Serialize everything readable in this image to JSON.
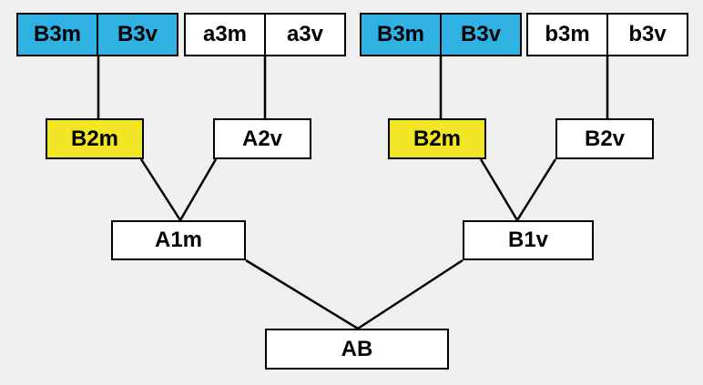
{
  "colors": {
    "background": "#efefef",
    "highlight_blue": "#2fb1e3",
    "highlight_yellow": "#f1e526",
    "box_fill": "#ffffff",
    "line": "#000000"
  },
  "tree": {
    "root": "AB",
    "level1": {
      "left": "A1m",
      "right": "B1v"
    },
    "level2": {
      "left_mother": "B2m",
      "left_father": "A2v",
      "right_mother": "B2m",
      "right_father": "B2v"
    },
    "level3": [
      {
        "mother": "B3m",
        "father": "B3v"
      },
      {
        "mother": "a3m",
        "father": "a3v"
      },
      {
        "mother": "B3m",
        "father": "B3v"
      },
      {
        "mother": "b3m",
        "father": "b3v"
      }
    ]
  }
}
